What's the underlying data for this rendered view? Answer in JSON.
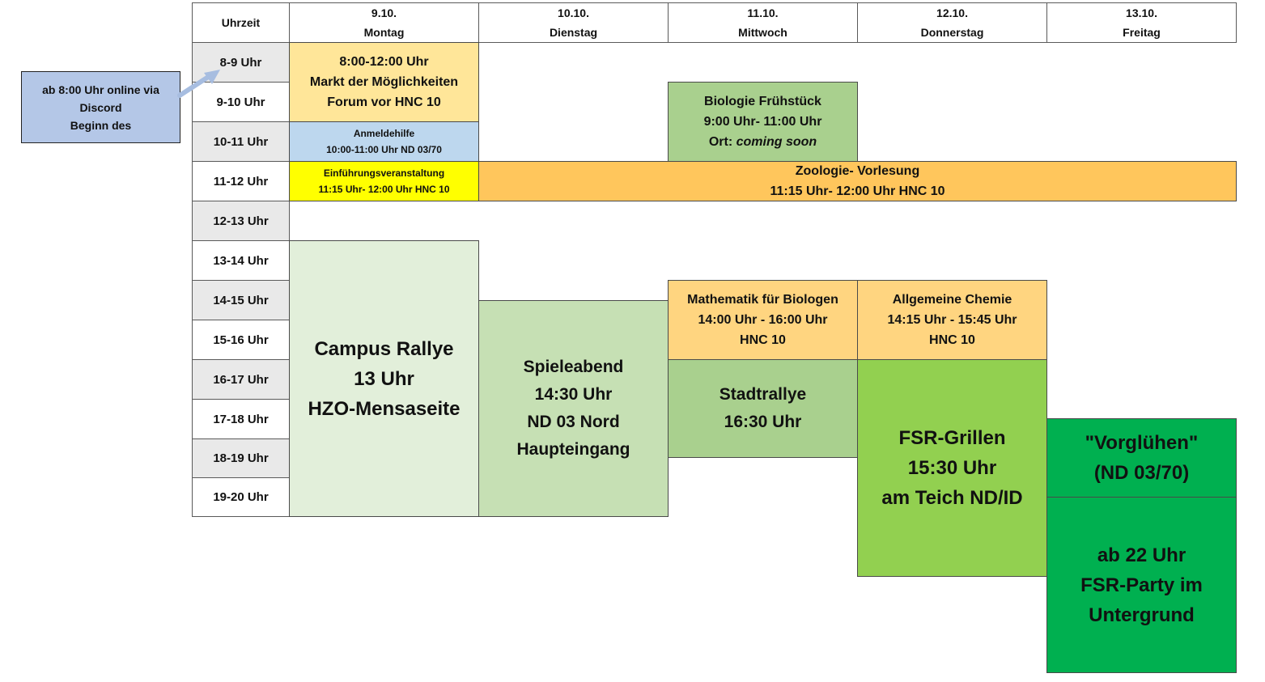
{
  "header": {
    "time_col": "Uhrzeit",
    "days": [
      {
        "date": "9.10.",
        "name": "Montag"
      },
      {
        "date": "10.10.",
        "name": "Dienstag"
      },
      {
        "date": "11.10.",
        "name": "Mittwoch"
      },
      {
        "date": "12.10.",
        "name": "Donnerstag"
      },
      {
        "date": "13.10.",
        "name": "Freitag"
      }
    ]
  },
  "times": [
    "8-9 Uhr",
    "9-10 Uhr",
    "10-11 Uhr",
    "11-12 Uhr",
    "12-13 Uhr",
    "13-14 Uhr",
    "14-15 Uhr",
    "15-16 Uhr",
    "16-17 Uhr",
    "17-18 Uhr",
    "18-19 Uhr",
    "19-20 Uhr"
  ],
  "note": {
    "line1": "ab 8:00 Uhr online via",
    "line2": "Discord",
    "line3": "Beginn des"
  },
  "events": {
    "markt": {
      "l1": "8:00-12:00 Uhr",
      "l2": "Markt der Möglichkeiten",
      "l3": "Forum vor HNC 10"
    },
    "anmelde": {
      "l1": "Anmeldehilfe",
      "l2": "10:00-11:00 Uhr ND 03/70"
    },
    "einf": {
      "l1": "Einführungsveranstaltung",
      "l2": "11:15 Uhr- 12:00 Uhr  HNC 10"
    },
    "bio": {
      "l1": "Biologie Frühstück",
      "l2": "9:00 Uhr- 11:00 Uhr",
      "l3a": "Ort: ",
      "l3b": "coming soon"
    },
    "zoo": {
      "l1": "Zoologie- Vorlesung",
      "l2": "11:15 Uhr- 12:00 Uhr HNC 10"
    },
    "campus": {
      "l1": "Campus Rallye",
      "l2": "13 Uhr",
      "l3": "HZO-Mensaseite"
    },
    "spiele": {
      "l1": "Spieleabend",
      "l2": "14:30 Uhr",
      "l3": "ND 03 Nord",
      "l4": "Haupteingang"
    },
    "mathe": {
      "l1": "Mathematik für Biologen",
      "l2": "14:00 Uhr - 16:00 Uhr",
      "l3": "HNC 10"
    },
    "chemie": {
      "l1": "Allgemeine Chemie",
      "l2": "14:15 Uhr - 15:45 Uhr",
      "l3": "HNC 10"
    },
    "stadt": {
      "l1": "Stadtrallye",
      "l2": "16:30 Uhr"
    },
    "grillen": {
      "l1": "FSR-Grillen",
      "l2": "15:30 Uhr",
      "l3": "am Teich ND/ID"
    },
    "vorgl": {
      "l1": "\"Vorglühen\"",
      "l2": "(ND 03/70)"
    },
    "party": {
      "l1": "ab 22 Uhr",
      "l2": "FSR-Party im",
      "l3": "Untergrund"
    }
  },
  "colors": {
    "markt": "#ffe699",
    "anmelde": "#bdd7ee",
    "einf": "#ffff00",
    "bio": "#a9d08e",
    "zoo": "#ffc65c",
    "campus": "#e2efda",
    "spiele": "#c6e0b4",
    "mathe": "#ffd580",
    "chemie": "#ffd580",
    "stadt": "#a9d08e",
    "grillen": "#92d050",
    "vorgl": "#00b050",
    "party": "#00b050",
    "note": "#b4c7e7"
  }
}
